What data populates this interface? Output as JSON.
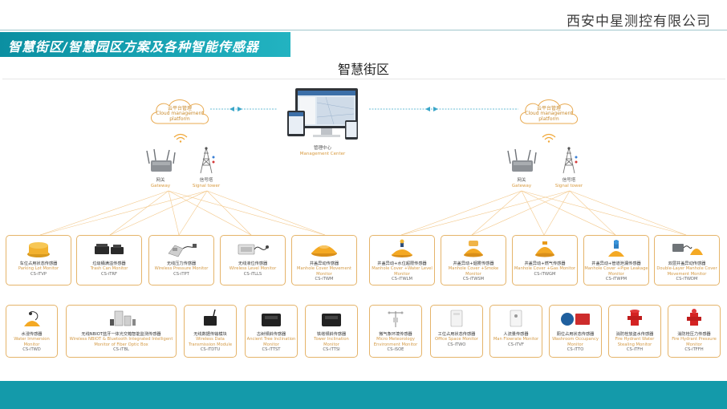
{
  "header": {
    "company": "西安中星测控有限公司",
    "banner": "智慧街区/智慧园区方案及各种智能传感器",
    "subtitle": "智慧街区"
  },
  "colors": {
    "teal": "#149aaa",
    "card_border": "#e5b46a",
    "device_orange": "#f2b12e",
    "link_orange": "#f0c07a",
    "cloud_line": "#e8a94f"
  },
  "center": {
    "zh": "管理中心",
    "en": "Management Center"
  },
  "left": {
    "cloud": {
      "zh": "云平台管理",
      "en": "Cloud management platform"
    },
    "gateway": {
      "zh": "网关",
      "en": "Gateway"
    },
    "tower": {
      "zh": "信号塔",
      "en": "Signal tower"
    }
  },
  "right": {
    "cloud": {
      "zh": "云平台管理",
      "en": "Cloud management platform"
    },
    "gateway": {
      "zh": "网关",
      "en": "Gateway"
    },
    "tower": {
      "zh": "信号塔",
      "en": "Signal tower"
    }
  },
  "cards_row1_left": [
    {
      "zh": "车位占用状态传感器",
      "en": "Parking Lot Monitor",
      "code": "CS-iTVP",
      "icon": "parking-sensor-icon"
    },
    {
      "zh": "垃圾桶满溢传感器",
      "en": "Trash Can Monitor",
      "code": "CS-iTRF",
      "icon": "trash-sensor-icon"
    },
    {
      "zh": "无线压力传感器",
      "en": "Wireless Pressure Monitor",
      "code": "CS-iTPT",
      "icon": "pressure-sensor-icon"
    },
    {
      "zh": "无线液位传感器",
      "en": "Wireless Level Monitor",
      "code": "CS-iTLLS",
      "icon": "level-sensor-icon"
    },
    {
      "zh": "井盖异动传感器",
      "en": "Manhole Cover Movement Monitor",
      "code": "CS-iTWM",
      "icon": "manhole-sensor-icon"
    }
  ],
  "cards_row1_right": [
    {
      "zh": "井盖异动+水位超限传感器",
      "en": "Manhole Cover +Water Level Monitor",
      "code": "CS-iTWLM",
      "icon": "water-level-sensor-icon"
    },
    {
      "zh": "井盖异动+烟雾传感器",
      "en": "Manhole Cover +Smoke Monitor",
      "code": "CS-iTWSM",
      "icon": "smoke-sensor-icon"
    },
    {
      "zh": "井盖异动+燃气传感器",
      "en": "Manhole Cover +Gas Monitor",
      "code": "CS-iTWGM",
      "icon": "gas-sensor-icon"
    },
    {
      "zh": "井盖异动+管道泄漏传感器",
      "en": "Manhole Cover +Pipe Leakage Monitor",
      "code": "CS-iTWPM",
      "icon": "pipe-leak-sensor-icon"
    },
    {
      "zh": "双层井盖异动传感器",
      "en": "Double-Layer Manhole Cover Movement Monitor",
      "code": "CS-iTWDM",
      "icon": "double-manhole-sensor-icon"
    }
  ],
  "cards_row2_left": [
    {
      "zh": "水浸传感器",
      "en": "Water Immersion Monitor",
      "code": "CS-iTWD",
      "icon": "water-immersion-icon"
    },
    {
      "zh": "无线NBIOT蓝牙一体光交箱智能监测传感器",
      "en": "Wireless NBIOT & Bluetooth Integrated Intelligent Monitor of Fiber Optic Box",
      "code": "CS-iTBL",
      "icon": "fiber-box-sensor-icon"
    },
    {
      "zh": "无线数据传输模块",
      "en": "Wireless Data Transmission Module",
      "code": "CS-iTDTU",
      "icon": "data-module-icon"
    },
    {
      "zh": "古树倾斜传感器",
      "en": "Ancient Tree Inclination Monitor",
      "code": "CS-iTTST",
      "icon": "tree-tilt-sensor-icon"
    },
    {
      "zh": "铁塔倾斜传感器",
      "en": "Tower Inclination Monitor",
      "code": "CS-iTTSI",
      "icon": "tower-tilt-sensor-icon"
    }
  ],
  "cards_row2_right": [
    {
      "zh": "微气象环境传感器",
      "en": "Micro Meteorology Environment Monitor",
      "code": "CS-iSOE",
      "icon": "weather-sensor-icon"
    },
    {
      "zh": "工位占用状态传感器",
      "en": "Office Space Monitor",
      "code": "CS-iTWO",
      "icon": "office-sensor-icon"
    },
    {
      "zh": "人流量传感器",
      "en": "Man Flowrate Monitor",
      "code": "CS-iTVF",
      "icon": "people-flow-sensor-icon"
    },
    {
      "zh": "厕位占用状态传感器",
      "en": "Washroom Occupancy Monitor",
      "code": "CS-iTTO",
      "icon": "washroom-sensor-icon"
    },
    {
      "zh": "消防栓放盗水传感器",
      "en": "Fire Hydrant Water Stealing Monitor",
      "code": "CS-iTFH",
      "icon": "hydrant-water-sensor-icon"
    },
    {
      "zh": "消防栓压力传感器",
      "en": "Fire Hydrant Pressure Monitor",
      "code": "CS-iTFFH",
      "icon": "hydrant-pressure-sensor-icon"
    }
  ]
}
